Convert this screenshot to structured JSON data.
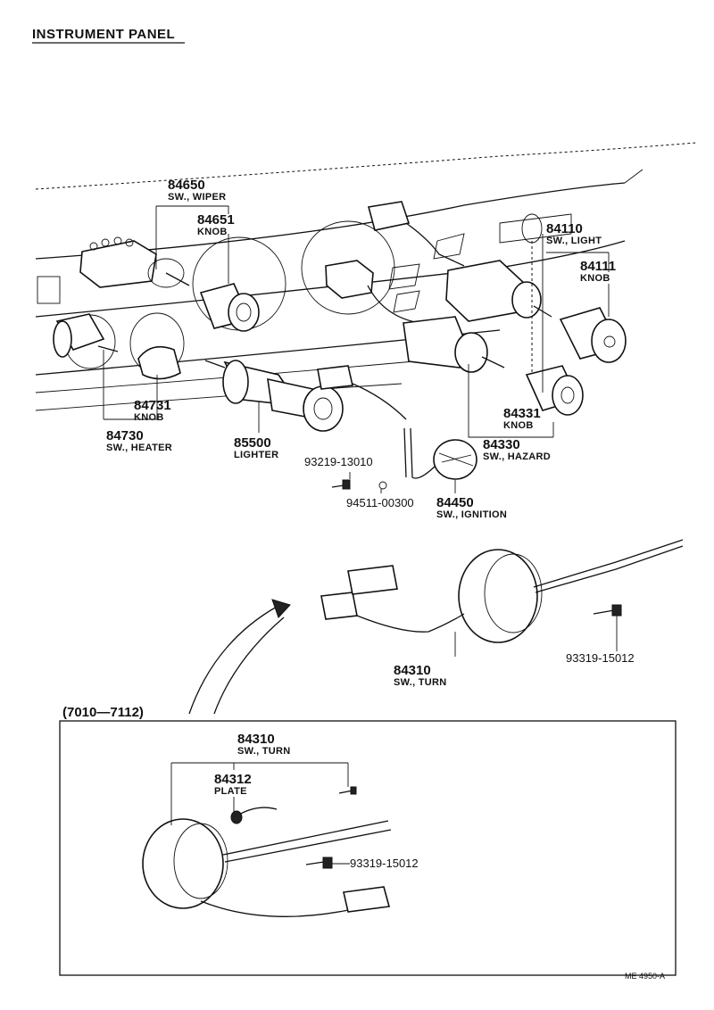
{
  "title": "INSTRUMENT PANEL",
  "reference": "ME 4950-A",
  "inset_range": "(7010—7112)",
  "parts": [
    {
      "id": "p84650",
      "number": "84650",
      "name": "SW., WIPER"
    },
    {
      "id": "p84651",
      "number": "84651",
      "name": "KNOB"
    },
    {
      "id": "p84110",
      "number": "84110",
      "name": "SW., LIGHT"
    },
    {
      "id": "p84111",
      "number": "84111",
      "name": "KNOB"
    },
    {
      "id": "p84731",
      "number": "84731",
      "name": "KNOB"
    },
    {
      "id": "p84730",
      "number": "84730",
      "name": "SW., HEATER"
    },
    {
      "id": "p85500",
      "number": "85500",
      "name": "LIGHTER"
    },
    {
      "id": "p84331",
      "number": "84331",
      "name": "KNOB"
    },
    {
      "id": "p84330",
      "number": "84330",
      "name": "SW., HAZARD"
    },
    {
      "id": "p84450",
      "number": "84450",
      "name": "SW., IGNITION"
    },
    {
      "id": "p84310",
      "number": "84310",
      "name": "SW., TURN"
    },
    {
      "id": "p84310b",
      "number": "84310",
      "name": "SW., TURN"
    },
    {
      "id": "p84312",
      "number": "84312",
      "name": "PLATE"
    }
  ],
  "codes": {
    "c1": "93219-13010",
    "c2": "94511-00300",
    "c3": "93319-15012",
    "c4": "93319-15012"
  }
}
